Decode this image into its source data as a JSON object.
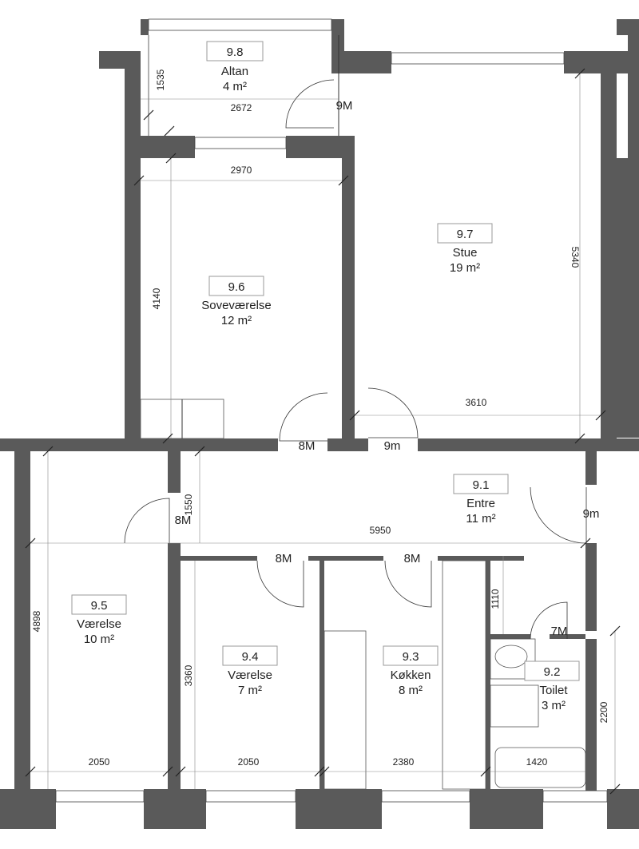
{
  "rooms": {
    "altan": {
      "id": "9.8",
      "name": "Altan",
      "area": "4 m²"
    },
    "stue": {
      "id": "9.7",
      "name": "Stue",
      "area": "19 m²"
    },
    "sove": {
      "id": "9.6",
      "name": "Soveværelse",
      "area": "12 m²"
    },
    "entre": {
      "id": "9.1",
      "name": "Entre",
      "area": "11 m²"
    },
    "vaer5": {
      "id": "9.5",
      "name": "Værelse",
      "area": "10 m²"
    },
    "vaer4": {
      "id": "9.4",
      "name": "Værelse",
      "area": "7 m²"
    },
    "kokken": {
      "id": "9.3",
      "name": "Køkken",
      "area": "8 m²"
    },
    "toilet": {
      "id": "9.2",
      "name": "Toilet",
      "area": "3 m²"
    }
  },
  "dimensions": {
    "altan_height": "1535",
    "altan_width": "2672",
    "sove_width": "2970",
    "sove_height": "4140",
    "stue_height": "5340",
    "stue_width": "3610",
    "entre_height": "1550",
    "entre_width": "5950",
    "vaer5_height": "4898",
    "vaer5_width": "2050",
    "vaer4_height": "3360",
    "vaer4_width": "2050",
    "kokken_width": "2380",
    "toilet_depth": "1110",
    "toilet_height": "2200",
    "bath_width": "1420"
  },
  "door_marks": {
    "altan_door": "9M",
    "sove_door": "8M",
    "stue_door": "9m",
    "entry_door": "9m",
    "vaer5_door": "8M",
    "vaer4_door": "8M",
    "kokken_door": "8M",
    "toilet_door": "7M"
  }
}
